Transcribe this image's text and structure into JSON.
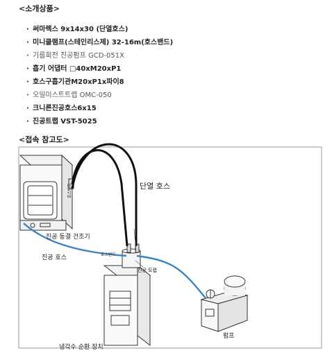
{
  "sections": {
    "products_title": "<소개상품>",
    "diagram_title": "<접속 참고도>"
  },
  "products": [
    {
      "text": "써마렉스 9x14x30 (단열호스)",
      "style": "dark"
    },
    {
      "text": "미니클램프(스테인리스제) 32-16m(호스밴드)",
      "style": "dark"
    },
    {
      "text": "기름회전 진공펌프 GCD-051X",
      "style": "light"
    },
    {
      "text": "흡기 어댑터 □40xM20xP1",
      "style": "dark"
    },
    {
      "text": "호스구흡기관M20xP1x파이8",
      "style": "dark"
    },
    {
      "text": "오일미스트트랩 OMC-050",
      "style": "light"
    },
    {
      "text": "크니른진공호스6x15",
      "style": "dark"
    },
    {
      "text": "진공트랩 VST-5025",
      "style": "dark"
    }
  ],
  "diagram": {
    "labels": {
      "insulated_hose": "단열 호스",
      "hose_end_left": "호스반드",
      "hose_end_trap": "호스반드",
      "vacuum_freeze_dryer": "진공 동결 건조기",
      "vacuum_hose": "진공 호스",
      "vacuum_trap": "진공 트랩",
      "pump": "펌프",
      "coolant_circulator": "냉각수 순환 장치"
    },
    "colors": {
      "vacuum_hose": "#3b84c4",
      "insulated_hose": "#111111",
      "equipment_line": "#333333"
    }
  }
}
